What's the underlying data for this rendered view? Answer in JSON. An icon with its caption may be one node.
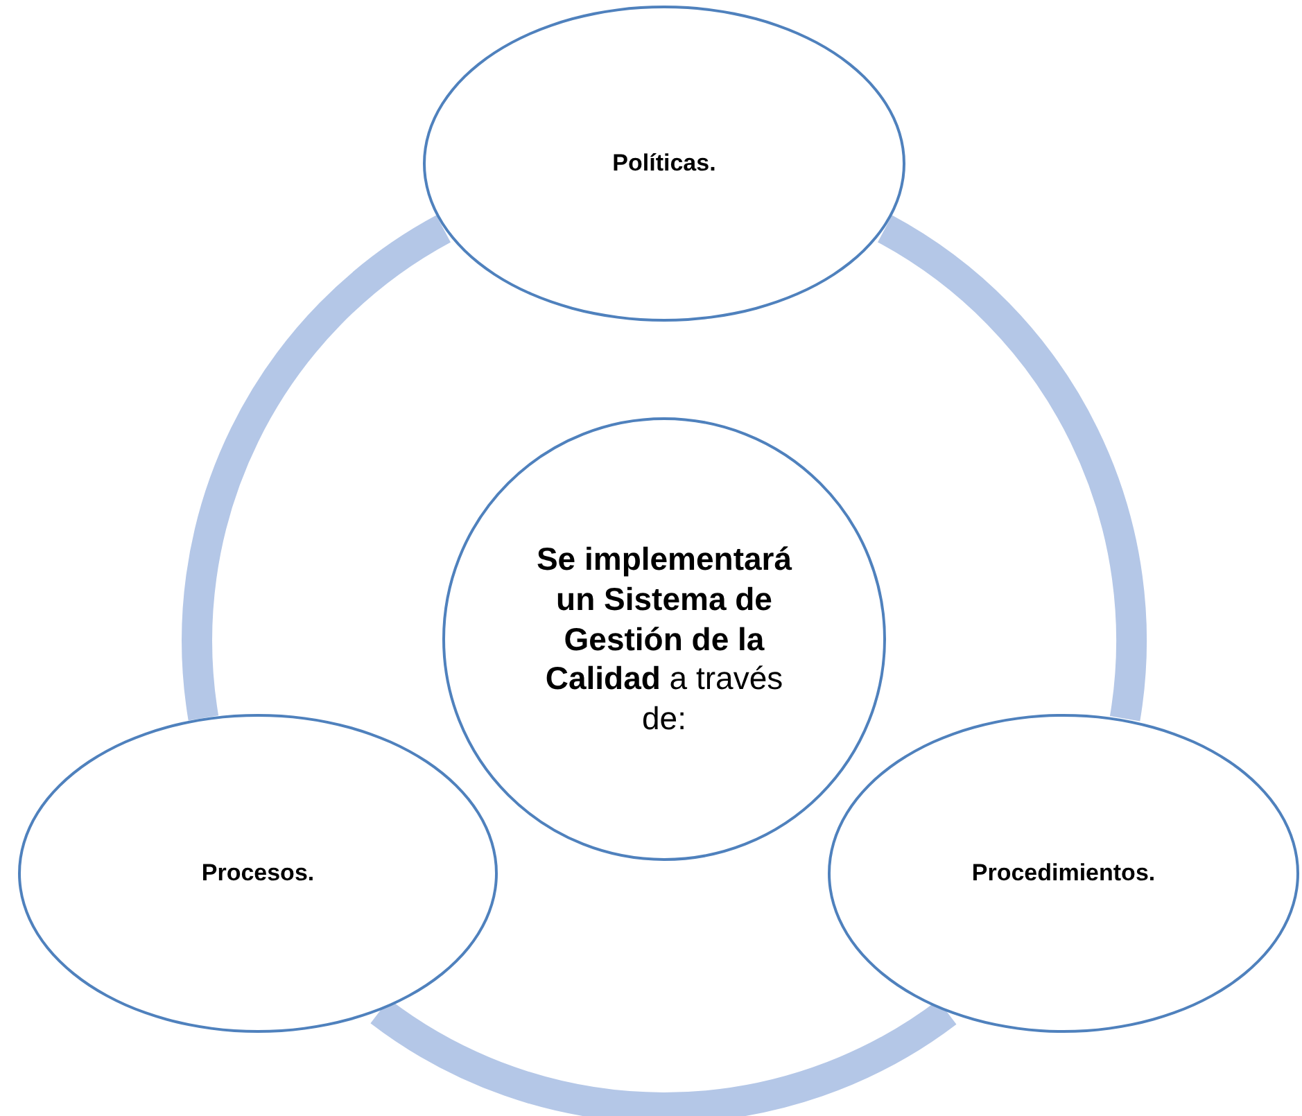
{
  "diagram": {
    "nodes": [
      {
        "text": [
          "Políticas."
        ]
      },
      {
        "text": [
          "**Se implementará un Sistema de Gestión de la Calidad** a través de:"
        ]
      },
      {
        "text": [
          "Procesos."
        ]
      },
      {
        "text": [
          "Procedimientos."
        ]
      }
    ],
    "edges": [
      {
        "from": 0,
        "to": 3,
        "arrow": "none"
      },
      {
        "from": 3,
        "to": 2,
        "arrow": "none"
      },
      {
        "from": 2,
        "to": 0,
        "arrow": "none"
      }
    ]
  }
}
